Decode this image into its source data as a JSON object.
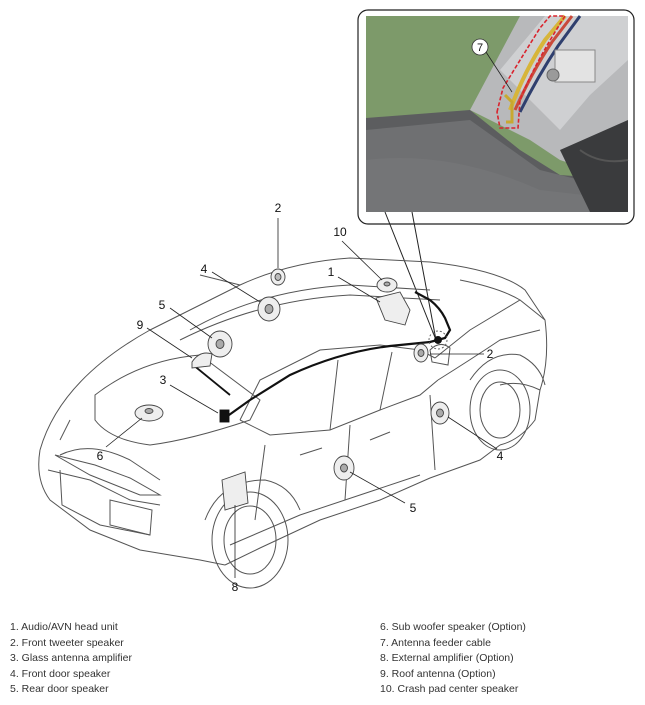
{
  "callouts": {
    "c1": "1",
    "c2_top": "2",
    "c2_right": "2",
    "c3": "3",
    "c4_top": "4",
    "c4_right": "4",
    "c5_top": "5",
    "c5_bottom": "5",
    "c6": "6",
    "c7": "7",
    "c8": "8",
    "c9": "9",
    "c10": "10"
  },
  "legend": {
    "left": [
      "1. Audio/AVN head unit",
      "2. Front tweeter speaker",
      "3. Glass antenna amplifier",
      "4. Front door speaker",
      "5. Rear door speaker"
    ],
    "right": [
      "6. Sub woofer speaker (Option)",
      "7. Antenna feeder cable",
      "8. External amplifier (Option)",
      "9. Roof antenna (Option)",
      "10. Crash pad center speaker"
    ]
  }
}
